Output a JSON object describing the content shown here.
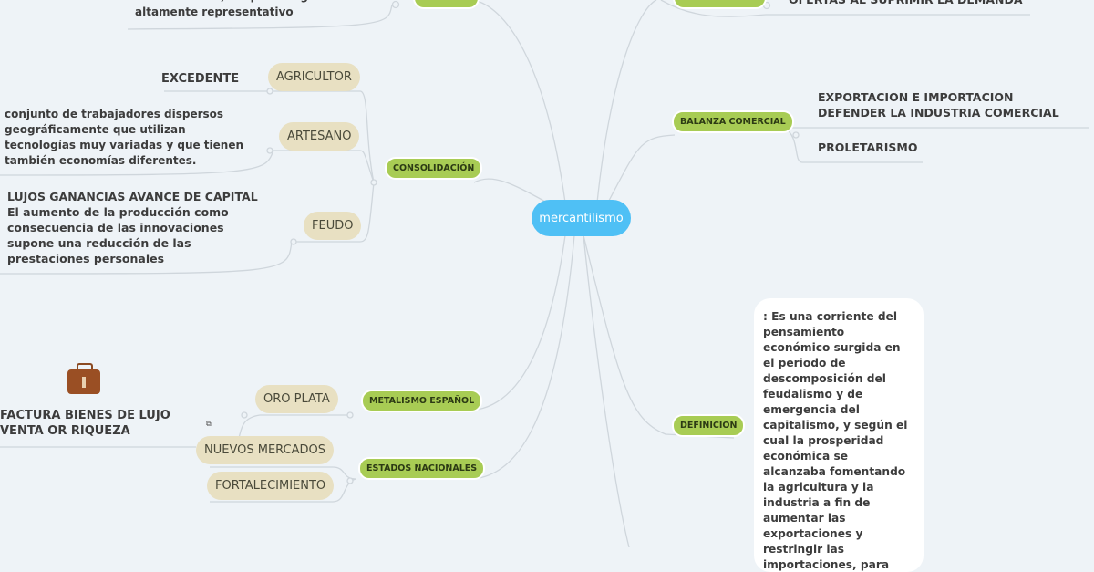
{
  "root": "mercantilismo",
  "top_left_text": "transacciones, ocupa un lugar altamente representativo",
  "top_right_text": "OFERTAS AL SUPRIMIR LA DEMANDA",
  "consolidacion": {
    "label": "CONSOLIDACIÓN",
    "agricultor": "AGRICULTOR",
    "excedente": "EXCEDENTE",
    "artesano": "ARTESANO",
    "artesano_text": "conjunto de trabajadores dispersos geográficamente que utilizan tecnologías muy variadas y que tienen también economías diferentes.",
    "feudo": "FEUDO",
    "feudo_text": "LUJOS GANANCIAS AVANCE DE CAPITAL El aumento de la producción como consecuencia de las innovaciones supone una reducción de las prestaciones personales"
  },
  "metalismo": {
    "label": "METALISMO ESPAÑOL",
    "oro": "ORO PLATA"
  },
  "estados": {
    "label": "ESTADOS NACIONALES",
    "nuevos": "NUEVOS MERCADOS",
    "fortalecimiento": "FORTALECIMIENTO",
    "manufactura_text": "FACTURA BIENES DE LUJO VENTA OR RIQUEZA"
  },
  "balanza": {
    "label": "BALANZA COMERCIAL",
    "item1": "EXPORTACION E IMPORTACION DEFENDER LA INDUSTRIA COMERCIAL",
    "item2": "PROLETARISMO"
  },
  "definicion": {
    "label": "DEFINICION",
    "text": ": Es una corriente del pensamiento económico surgida en el periodo de descomposición del feudalismo y de emergencia del capitalismo, y según el cual la prosperidad económica se alcanzaba fomentando la agricultura y la industria a fin de aumentar las exportaciones y restringir las importaciones, para acumular de éste modo oro y demas metales"
  }
}
